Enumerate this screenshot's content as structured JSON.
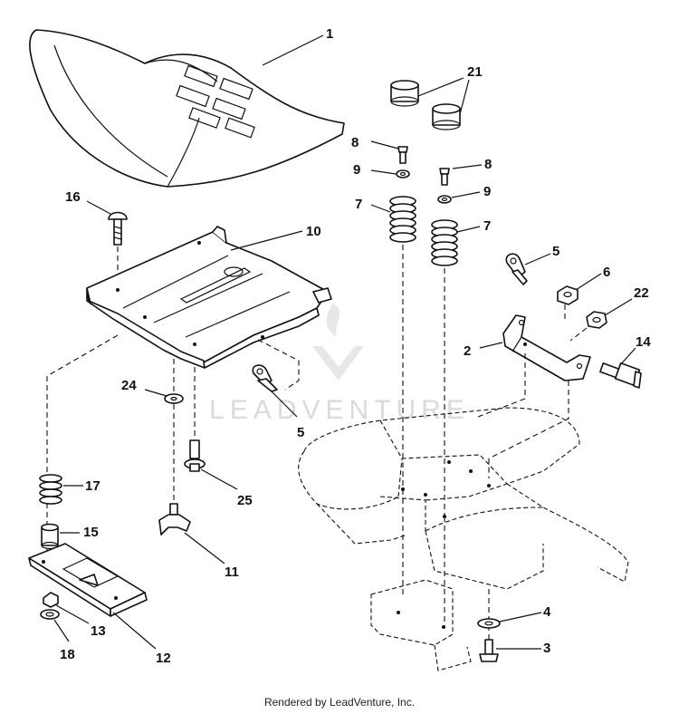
{
  "diagram": {
    "callouts": [
      "1",
      "2",
      "3",
      "4",
      "5",
      "5",
      "6",
      "7",
      "7",
      "8",
      "8",
      "9",
      "9",
      "10",
      "11",
      "12",
      "13",
      "14",
      "15",
      "16",
      "17",
      "18",
      "21",
      "22",
      "24",
      "25"
    ],
    "watermark": "LEADVENTURE",
    "footer": "Rendered by LeadVenture, Inc."
  }
}
